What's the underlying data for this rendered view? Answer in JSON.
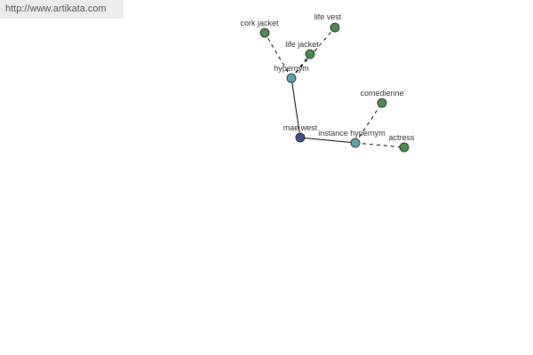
{
  "banner": {
    "url": "http://www.artikata.com"
  },
  "colors": {
    "root": "#3d4f8c",
    "relation": "#5fa1a8",
    "term": "#4e8a4e"
  },
  "graph": {
    "nodes": {
      "mae_west": {
        "label": "mae west",
        "kind": "root"
      },
      "hypernym": {
        "label": "hypernym",
        "kind": "relation"
      },
      "instance_hypernym": {
        "label": "instance hypernym",
        "kind": "relation"
      },
      "cork_jacket": {
        "label": "cork jacket",
        "kind": "term"
      },
      "life_vest": {
        "label": "life vest",
        "kind": "term"
      },
      "life_jacket": {
        "label": "life jacket",
        "kind": "term"
      },
      "comedienne": {
        "label": "comedienne",
        "kind": "term"
      },
      "actress": {
        "label": "actress",
        "kind": "term"
      }
    },
    "edges": [
      {
        "from": "mae_west",
        "to": "hypernym",
        "style": "solid"
      },
      {
        "from": "mae_west",
        "to": "instance_hypernym",
        "style": "solid"
      },
      {
        "from": "hypernym",
        "to": "cork_jacket",
        "style": "dashed"
      },
      {
        "from": "hypernym",
        "to": "life_jacket",
        "style": "dashed"
      },
      {
        "from": "hypernym",
        "to": "life_vest",
        "style": "dashed"
      },
      {
        "from": "instance_hypernym",
        "to": "comedienne",
        "style": "dashed"
      },
      {
        "from": "instance_hypernym",
        "to": "actress",
        "style": "dashed"
      }
    ]
  }
}
